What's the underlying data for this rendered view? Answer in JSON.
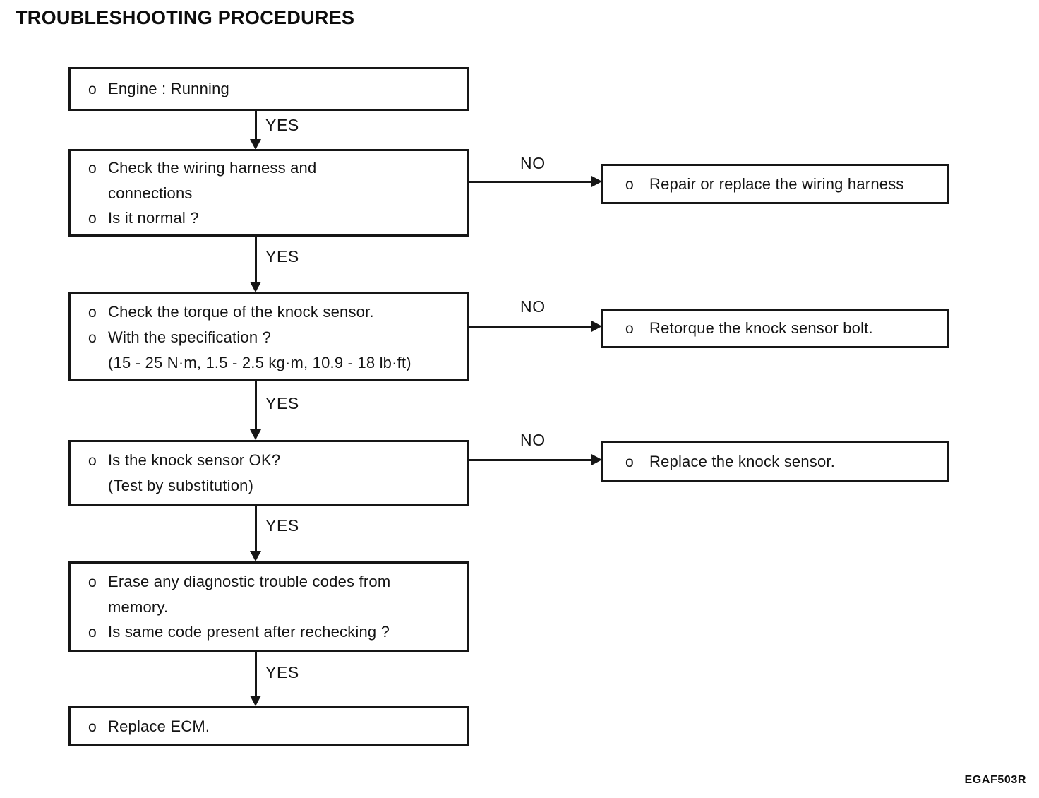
{
  "title": "TROUBLESHOOTING PROCEDURES",
  "figure_code": "EGAF503R",
  "connector_labels": {
    "yes": "YES",
    "no": "NO"
  },
  "steps": [
    {
      "lines": [
        {
          "bullet": "o",
          "text": "Engine : Running"
        }
      ]
    },
    {
      "lines": [
        {
          "bullet": "o",
          "text": "Check the wiring harness and"
        },
        {
          "bullet": "",
          "text": "connections"
        },
        {
          "bullet": "o",
          "text": "Is it normal ?"
        }
      ]
    },
    {
      "lines": [
        {
          "bullet": "o",
          "text": "Check the torque of the knock sensor."
        },
        {
          "bullet": "o",
          "text": "With the specification ?"
        },
        {
          "bullet": "",
          "text": "(15 - 25 N·m, 1.5 - 2.5 kg·m, 10.9 - 18 lb·ft)"
        }
      ]
    },
    {
      "lines": [
        {
          "bullet": "o",
          "text": "Is the knock sensor OK?"
        },
        {
          "bullet": "",
          "text": "(Test by substitution)"
        }
      ]
    },
    {
      "lines": [
        {
          "bullet": "o",
          "text": "Erase any diagnostic trouble codes from"
        },
        {
          "bullet": "",
          "text": "memory."
        },
        {
          "bullet": "o",
          "text": "Is same code present after rechecking ?"
        }
      ]
    },
    {
      "lines": [
        {
          "bullet": "o",
          "text": "Replace ECM."
        }
      ]
    }
  ],
  "actions": [
    {
      "lines": [
        {
          "bullet": "o",
          "text": "Repair or replace the wiring harness"
        }
      ]
    },
    {
      "lines": [
        {
          "bullet": "o",
          "text": "Retorque the knock sensor bolt."
        }
      ]
    },
    {
      "lines": [
        {
          "bullet": "o",
          "text": "Replace the knock sensor."
        }
      ]
    }
  ]
}
